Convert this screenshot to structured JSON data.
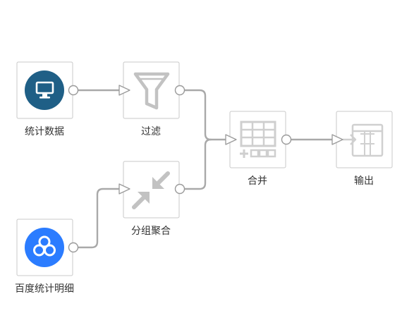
{
  "nodes": {
    "stats_data": {
      "label": "统计数据",
      "icon": "monitor-icon",
      "color": "#1f5f86"
    },
    "filter": {
      "label": "过滤",
      "icon": "funnel-icon"
    },
    "group_agg": {
      "label": "分组聚合",
      "icon": "compress-arrows-icon"
    },
    "baidu_detail": {
      "label": "百度统计明细",
      "icon": "baidu-cloud-icon",
      "color": "#2b7cff"
    },
    "merge": {
      "label": "合并",
      "icon": "table-plus-icon"
    },
    "output": {
      "label": "输出",
      "icon": "table-output-icon"
    }
  },
  "edges": [
    {
      "from": "统计数据",
      "to": "过滤"
    },
    {
      "from": "百度统计明细",
      "to": "分组聚合"
    },
    {
      "from": "过滤",
      "to": "合并"
    },
    {
      "from": "分组聚合",
      "to": "合并"
    },
    {
      "from": "合并",
      "to": "输出"
    }
  ]
}
